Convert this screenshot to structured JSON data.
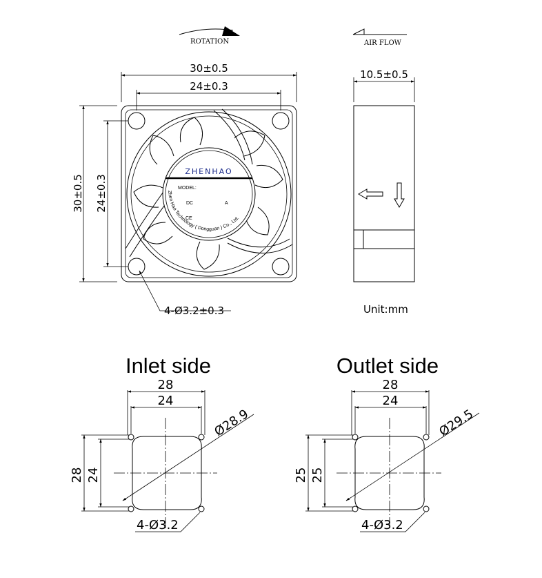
{
  "top": {
    "rotation_label": "ROTATION",
    "airflow_label": "AIR FLOW",
    "front": {
      "width_outer": "30±0.5",
      "width_holes": "24±0.3",
      "height_outer": "30±0.5",
      "height_holes": "24±0.3",
      "holes_note": "4-Ø3.2±0.3"
    },
    "label": {
      "brand": "ZHENHAO",
      "model": "MODEL:",
      "dc": "DC",
      "amp": "A",
      "ce": "CE",
      "company": "Zhen Hao Technology ( Dongguan ) Co., Ltd."
    },
    "side": {
      "depth": "10.5±0.5"
    },
    "unit": "Unit:mm"
  },
  "inlet": {
    "title": "Inlet side",
    "width_outer": "28",
    "width_holes": "24",
    "height_outer": "28",
    "height_holes": "24",
    "diameter": "Ø28.9",
    "holes": "4-Ø3.2"
  },
  "outlet": {
    "title": "Outlet side",
    "width_outer": "28",
    "width_holes": "24",
    "height_outer": "25",
    "height_holes": "25",
    "diameter": "Ø29.5",
    "holes": "4-Ø3.2"
  }
}
